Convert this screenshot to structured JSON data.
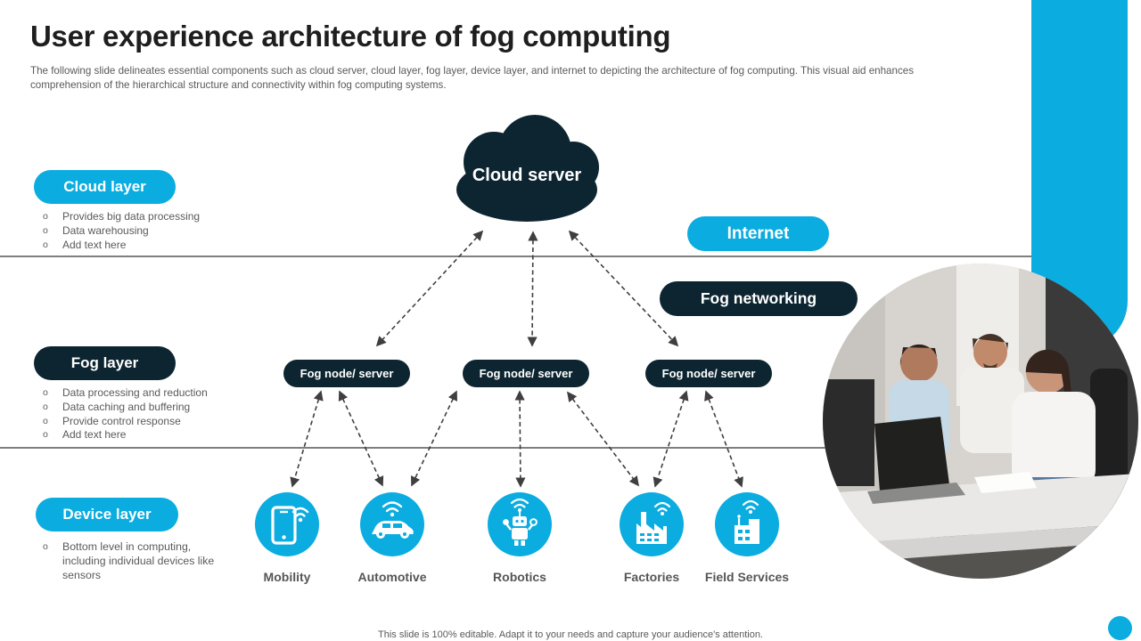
{
  "slide": {
    "title": "User experience architecture of fog computing",
    "subtitle": "The following slide delineates essential components such as cloud server, cloud layer, fog layer, device layer, and internet to depicting the architecture of fog computing. This visual aid enhances comprehension of the hierarchical structure and connectivity within fog computing systems.",
    "footer": "This slide is 100% editable. Adapt it to your needs and capture your audience's attention."
  },
  "colors": {
    "accent_cyan": "#0BACE0",
    "dark_navy": "#0D2531",
    "title_text": "#1E1E1E",
    "body_text_gray": "#595959",
    "arrow_gray": "#3F3F3F",
    "divider_gray": "#7F7F7F"
  },
  "bullet_marker": "o",
  "cloud": {
    "label": "Cloud server"
  },
  "network_pills": {
    "internet": "Internet",
    "fog_networking": "Fog networking"
  },
  "fog_nodes": [
    "Fog node/ server",
    "Fog node/ server",
    "Fog node/ server"
  ],
  "layers": [
    {
      "label": "Cloud layer",
      "bullets": [
        "Provides big data processing",
        "Data warehousing",
        "Add text here"
      ]
    },
    {
      "label": "Fog layer",
      "bullets": [
        "Data processing and reduction",
        "Data caching and buffering",
        "Provide control response",
        "Add text here"
      ]
    },
    {
      "label": "Device layer",
      "bullets": [
        "Bottom level in computing, including individual devices like sensors"
      ]
    }
  ],
  "devices": [
    {
      "name": "Mobility",
      "icon": "smartphone-wifi-icon"
    },
    {
      "name": "Automotive",
      "icon": "connected-car-icon"
    },
    {
      "name": "Robotics",
      "icon": "robot-wifi-icon"
    },
    {
      "name": "Factories",
      "icon": "factory-wifi-icon"
    },
    {
      "name": "Field Services",
      "icon": "field-station-wifi-icon"
    }
  ],
  "photo_alt": "Three colleagues reviewing documents at an office desk"
}
